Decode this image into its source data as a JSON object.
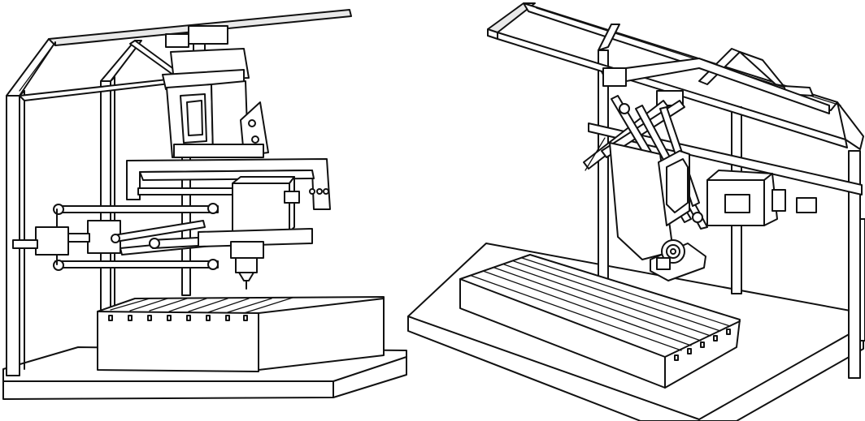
{
  "figure": {
    "panels": [
      {
        "id": "left-machine",
        "kind": "gantry machine with parallel-link spindle head"
      },
      {
        "id": "right-machine",
        "kind": "gantry machine with strut-driven spindle head"
      }
    ],
    "colors": {
      "line": "#111111",
      "background": "#ffffff",
      "shade": "#e9e9e9"
    }
  }
}
